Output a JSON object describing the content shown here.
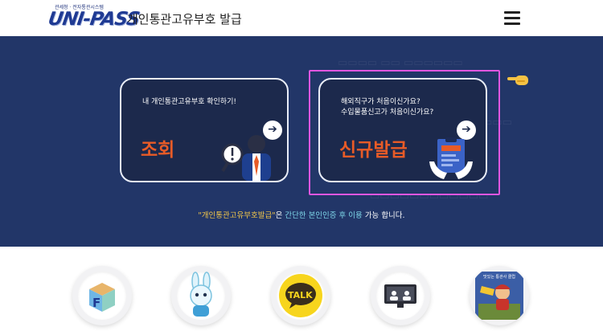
{
  "header": {
    "logo_top": "관세청 · 전자통관시스템",
    "logo_main": "UNI-PASS",
    "title": "개인통관고유부호  발급",
    "menu_icon": "hamburger-menu-icon"
  },
  "hero": {
    "card_lookup": {
      "subtitle_line1": "내 개인통관고유부호 확인하기!",
      "main": "조회",
      "arrow_icon": "arrow-right-icon",
      "illustration_icon": "magnifier-person-icon"
    },
    "card_issue": {
      "subtitle_line1": "해외직구가 처음이신가요?",
      "subtitle_line2": "수입물품신고가 처음이신가요?",
      "main": "신규발급",
      "arrow_icon": "arrow-right-icon",
      "illustration_icon": "hands-document-icon"
    },
    "pointer_icon": "pointing-hand-icon",
    "notice": {
      "quoted": "\"개인통관고유부호발급\"",
      "part1": "은 ",
      "highlight": "간단한 본인인증 후 이용",
      "part2": " 가능 합니다."
    }
  },
  "colors": {
    "hero_bg": "#223668",
    "card_bg": "#1c294c",
    "accent_orange": "#e85b27",
    "highlight_frame": "#e156e0",
    "notice_highlight": "#7fd8ea",
    "notice_quote": "#f1c64a"
  },
  "quick_links": [
    {
      "icon": "f-cube-icon"
    },
    {
      "icon": "rabbit-mascot-icon"
    },
    {
      "icon": "talk-bubble-icon"
    },
    {
      "icon": "video-lecture-icon"
    },
    {
      "icon": "game-character-icon",
      "badge": "맛있는 통관사 클럽"
    }
  ]
}
